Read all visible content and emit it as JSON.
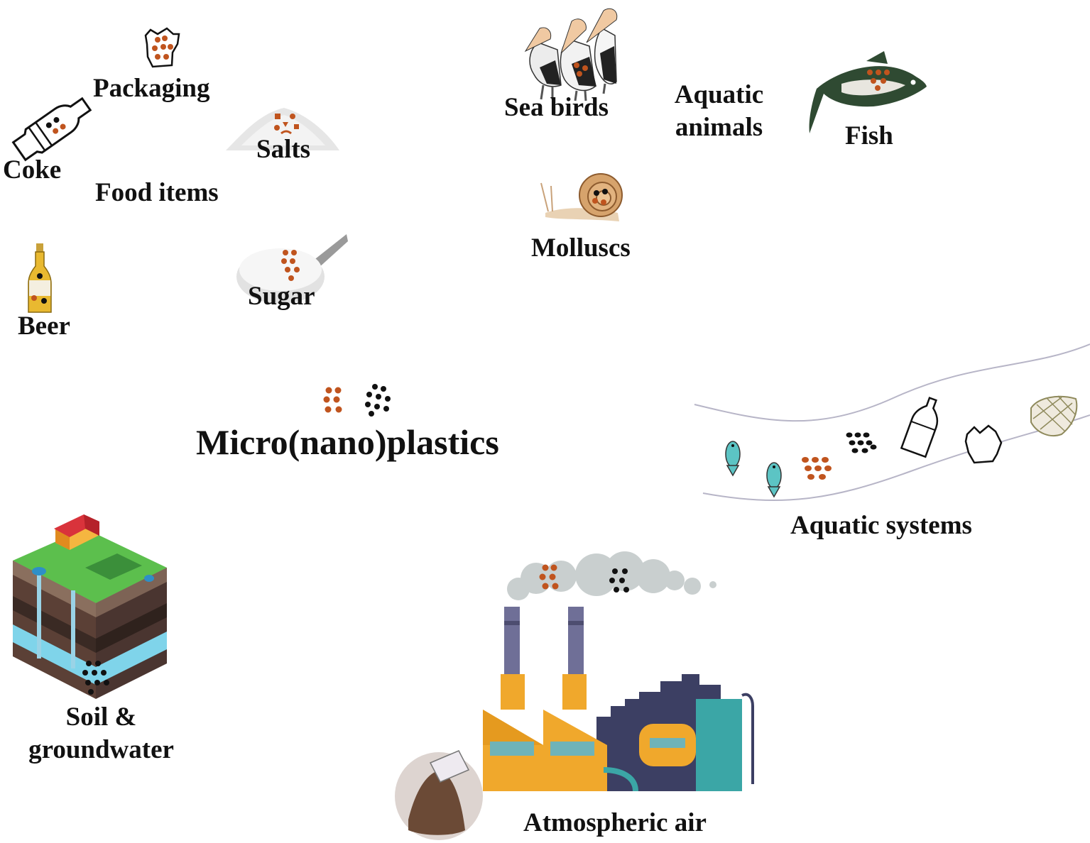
{
  "central": {
    "title": "Micro(nano)plastics"
  },
  "food": {
    "group_label": "Food items",
    "packaging": "Packaging",
    "coke": "Coke",
    "salts": "Salts",
    "sugar": "Sugar",
    "beer": "Beer"
  },
  "animals": {
    "group_label_line1": "Aquatic",
    "group_label_line2": "animals",
    "sea_birds": "Sea birds",
    "fish": "Fish",
    "molluscs": "Molluscs"
  },
  "aquatic_systems": {
    "label": "Aquatic systems"
  },
  "soil": {
    "label_line1": "Soil &",
    "label_line2": "groundwater"
  },
  "atmosphere": {
    "label": "Atmospheric air"
  },
  "colors": {
    "microplastic": "#c0541e",
    "nanoplastic": "#111111",
    "fish_green": "#2f4a32",
    "factory_orange": "#f0a82c",
    "factory_navy": "#3c3f63",
    "tank_teal": "#3ba6a6",
    "water_blue": "#7fd4ea"
  }
}
